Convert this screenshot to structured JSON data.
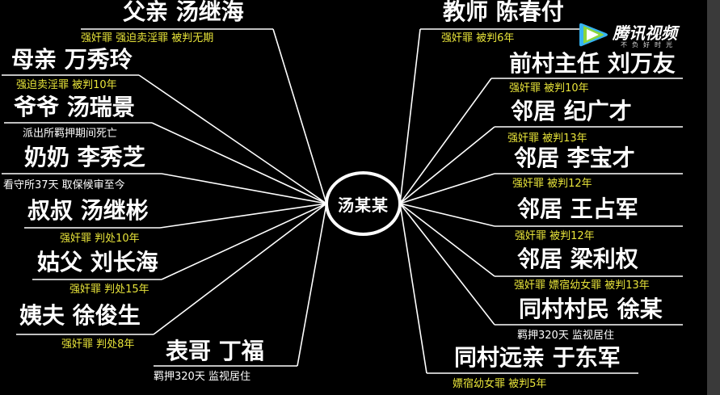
{
  "center": {
    "label": "汤某某"
  },
  "left_nodes": [
    {
      "name": "父亲 汤继海",
      "desc": "强奸罪  强迫卖淫罪 被判无期",
      "tone": "yellow"
    },
    {
      "name": "母亲 万秀玲",
      "desc": "强迫卖淫罪 被判10年",
      "tone": "yellow"
    },
    {
      "name": "爷爷 汤瑞景",
      "desc": "派出所羁押期间死亡",
      "tone": "white"
    },
    {
      "name": "奶奶 李秀芝",
      "desc": "看守所37天 取保候审至今",
      "tone": "white"
    },
    {
      "name": "叔叔 汤继彬",
      "desc": "强奸罪 判处10年",
      "tone": "yellow"
    },
    {
      "name": "姑父 刘长海",
      "desc": "强奸罪 判处15年",
      "tone": "yellow"
    },
    {
      "name": "姨夫 徐俊生",
      "desc": "强奸罪 判处8年",
      "tone": "yellow"
    },
    {
      "name": "表哥 丁福",
      "desc": "羁押320天 监视居住",
      "tone": "white"
    }
  ],
  "right_nodes": [
    {
      "name": "教师 陈春付",
      "desc": "强奸罪 被判6年",
      "tone": "yellow"
    },
    {
      "name": "前村主任 刘万友",
      "desc": "强奸罪 被判10年",
      "tone": "yellow"
    },
    {
      "name": "邻居 纪广才",
      "desc": "强奸罪 被判13年",
      "tone": "yellow"
    },
    {
      "name": "邻居 李宝才",
      "desc": "强奸罪 被判12年",
      "tone": "yellow"
    },
    {
      "name": "邻居 王占军",
      "desc": "强奸罪 被判12年",
      "tone": "yellow"
    },
    {
      "name": "邻居 梁利权",
      "desc": "强奸罪 嫖宿幼女罪 被判13年",
      "tone": "yellow"
    },
    {
      "name": "同村村民 徐某",
      "desc": "羁押320天 监视居住",
      "tone": "white"
    },
    {
      "name": "同村远亲 于东军",
      "desc": "嫖宿幼女罪 被判5年",
      "tone": "yellow"
    }
  ],
  "watermark": {
    "brand": "腾讯视频",
    "slogan": "不负好时光"
  },
  "colors": {
    "background": "#000000",
    "line": "#ffffff",
    "yellow": "#e8e43a",
    "white": "#ffffff"
  }
}
